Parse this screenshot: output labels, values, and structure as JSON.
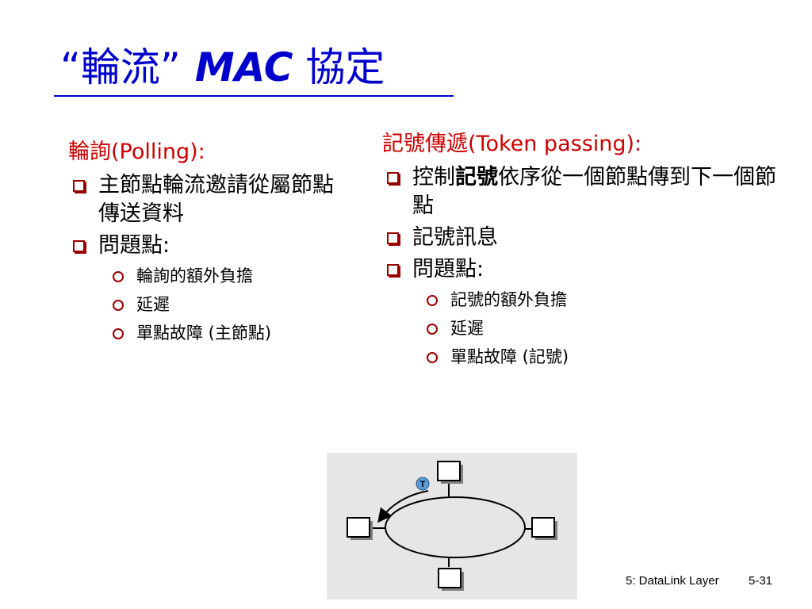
{
  "slide": {
    "title_cjk_quoted": "“輪流”",
    "title_mac": "MAC",
    "title_cjk_suffix": "協定"
  },
  "polling": {
    "heading": "輪詢(Polling):",
    "items": [
      {
        "text": "主節點輪流邀請從屬節點傳送資料"
      },
      {
        "text": "問題點:",
        "subitems": [
          "輪詢的額外負擔",
          "延遲",
          "單點故障 (主節點)"
        ]
      }
    ]
  },
  "token_passing": {
    "heading": "記號傳遞(Token passing):",
    "items": [
      {
        "prefix": "控制",
        "bold": "記號",
        "suffix": "依序從一個節點傳到下一個節點"
      },
      {
        "text": "記號訊息"
      },
      {
        "text": "問題點:",
        "subitems": [
          "記號的額外負擔",
          "延遲",
          "單點故障 (記號)"
        ]
      }
    ]
  },
  "diagram": {
    "token_label": "T",
    "colors": {
      "background": "#e6e6e6",
      "token": "#5b9bd5",
      "node_shadow": "#7f7f7f"
    }
  },
  "footer": {
    "course": "5: DataLink Layer",
    "page": "5-31"
  }
}
